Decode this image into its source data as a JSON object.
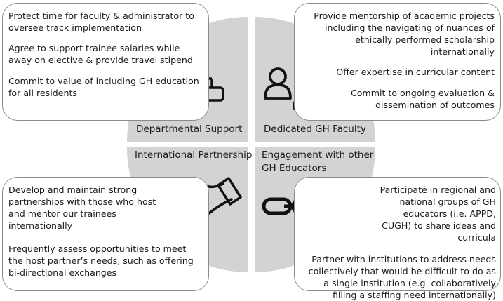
{
  "boxes": {
    "top_left": [
      "Protect time for faculty & administrator to oversee track implementation",
      "Agree to support trainee salaries while away on elective & provide travel stipend",
      "Commit to value of including GH education for all residents"
    ],
    "top_right": [
      "Provide mentorship of academic projects including the navigating of nuances of ethically performed scholarship internationally",
      "Offer expertise in curricular content",
      "Commit to ongoing evaluation & dissemination of outcomes"
    ],
    "bottom_left": [
      "Develop and maintain strong partnerships with those who host and mentor our trainees internationally",
      "Frequently assess opportunities to meet the host partner’s needs, such as offering bi-directional exchanges"
    ],
    "bottom_right": [
      "Participate in regional and national groups of GH educators (i.e. APPD, CUGH) to share ideas and curricula",
      "Partner with institutions to address needs collectively that would be difficult to do as a single institution (e.g. collaboratively filling a staffing need internationally)"
    ]
  },
  "quadrants": {
    "top_left": "Departmental Support",
    "top_right": "Dedicated GH Faculty",
    "bottom_left": "International Partnership",
    "bottom_right_line1": "Engagement with other",
    "bottom_right_line2": "GH Educators"
  },
  "icons": {
    "top_left": "org-chart-icon",
    "top_right": "people-group-icon",
    "bottom_left": "handshake-icon",
    "bottom_right": "chain-link-icon"
  },
  "colors": {
    "quadrant_fill": "#d3d3d3",
    "box_border": "#8a8a8a",
    "icon_stroke": "#111111"
  }
}
